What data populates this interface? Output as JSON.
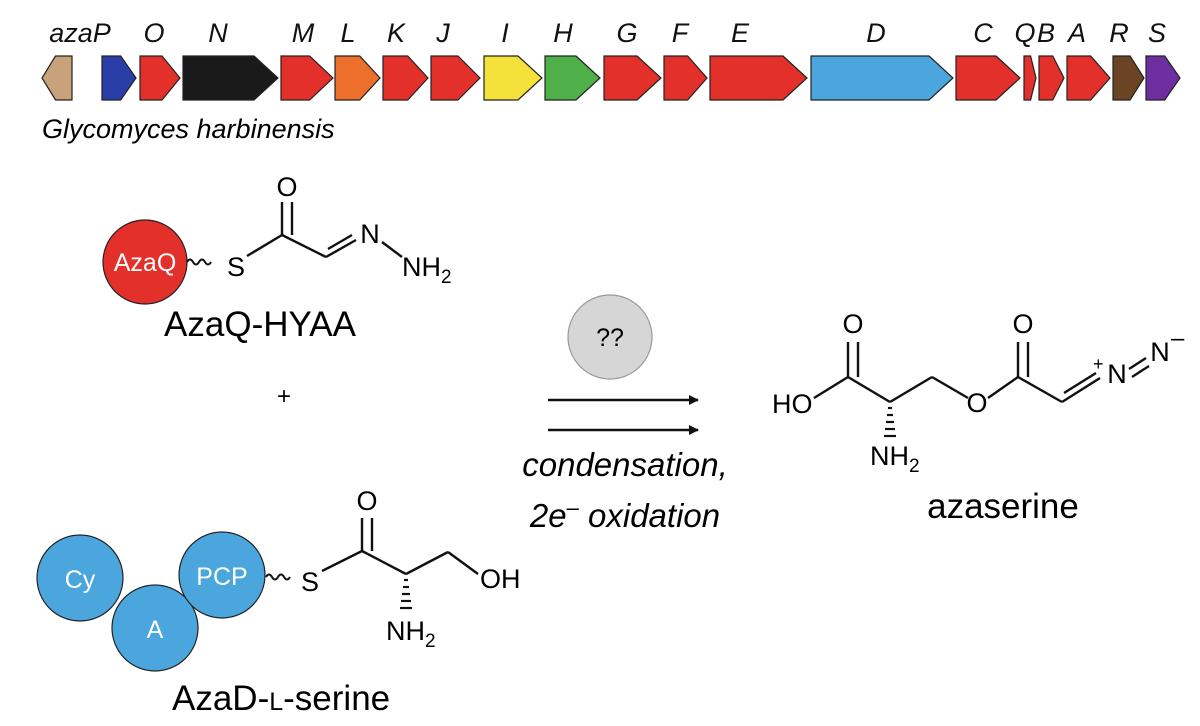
{
  "gene_cluster": {
    "organism": "Glycomyces harbinensis",
    "genes": [
      {
        "label": "azaP",
        "color": "#c8a27a",
        "direction": "left"
      },
      {
        "label": "",
        "color": "#2a3ea8",
        "direction": "right"
      },
      {
        "label": "O",
        "color": "#e3302b",
        "direction": "right"
      },
      {
        "label": "N",
        "color": "#1a1a1a",
        "direction": "right"
      },
      {
        "label": "M",
        "color": "#e3302b",
        "direction": "right"
      },
      {
        "label": "L",
        "color": "#ec6f2c",
        "direction": "right"
      },
      {
        "label": "K",
        "color": "#e3302b",
        "direction": "right"
      },
      {
        "label": "J",
        "color": "#e3302b",
        "direction": "right"
      },
      {
        "label": "I",
        "color": "#f4e23a",
        "direction": "right"
      },
      {
        "label": "H",
        "color": "#4fb04a",
        "direction": "right"
      },
      {
        "label": "G",
        "color": "#e3302b",
        "direction": "right"
      },
      {
        "label": "F",
        "color": "#e3302b",
        "direction": "right"
      },
      {
        "label": "E",
        "color": "#e3302b",
        "direction": "right"
      },
      {
        "label": "D",
        "color": "#4aa6dd",
        "direction": "right"
      },
      {
        "label": "C",
        "color": "#e3302b",
        "direction": "right"
      },
      {
        "label": "Q",
        "color": "#e3302b",
        "direction": "right"
      },
      {
        "label": "B",
        "color": "#e3302b",
        "direction": "right"
      },
      {
        "label": "A",
        "color": "#e3302b",
        "direction": "right"
      },
      {
        "label": "R",
        "color": "#6b4423",
        "direction": "right"
      },
      {
        "label": "S",
        "color": "#6d2fa0",
        "direction": "right"
      }
    ]
  },
  "reactant1": {
    "protein": "AzaQ",
    "protein_color": "#e3302b",
    "caption": "AzaQ-HYAA",
    "atoms": {
      "O": "O",
      "S": "S",
      "N": "N",
      "NH2": "NH",
      "NH2_sub": "2"
    }
  },
  "plus_sign": "+",
  "reactant2": {
    "domains": [
      "Cy",
      "A",
      "PCP"
    ],
    "domain_color": "#4aa6dd",
    "caption_prefix": "AzaD-",
    "caption_small": "L",
    "caption_suffix": "-serine",
    "atoms": {
      "O": "O",
      "S": "S",
      "OH": "OH",
      "NH2": "NH",
      "NH2_sub": "2"
    }
  },
  "reaction": {
    "catalyst": "??",
    "catalyst_color": "#d6d6d6",
    "condition_line1": "condensation,",
    "condition_line2_a": "2e",
    "condition_line2_sup": "–",
    "condition_line2_b": " oxidation"
  },
  "product": {
    "caption": "azaserine",
    "atoms": {
      "O_acid": "O",
      "HO": "HO",
      "NH2": "NH",
      "NH2_sub": "2",
      "O_ester": "O",
      "O_carbonyl": "O",
      "N_plus": "N",
      "plus": "+",
      "N_minus": "N",
      "minus": "–"
    }
  }
}
